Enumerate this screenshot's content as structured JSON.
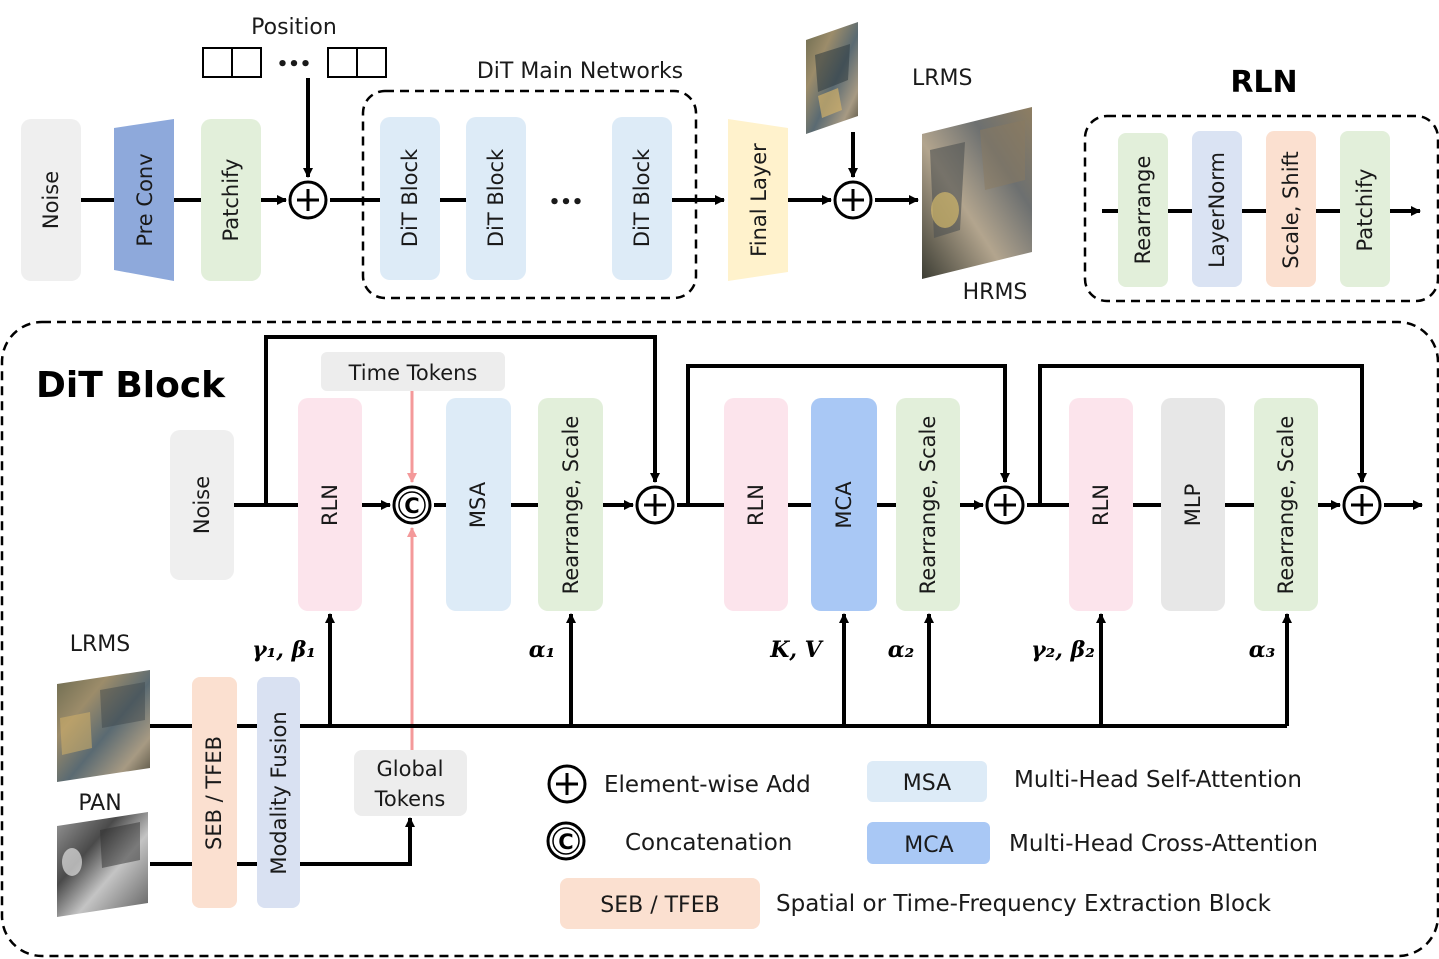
{
  "top": {
    "noise": "Noise",
    "pre_conv": "Pre Conv",
    "patchify": "Patchify",
    "position": "Position",
    "ellipsis": "•••",
    "main_networks": "DiT Main Networks",
    "dit_block": "DiT Block",
    "final_layer": "Final Layer",
    "lrms": "LRMS",
    "hrms": "HRMS"
  },
  "rln_panel": {
    "title": "RLN",
    "steps": [
      "Rearrange",
      "LayerNorm",
      "Scale, Shift",
      "Patchify"
    ]
  },
  "block": {
    "title": "DiT Block",
    "noise": "Noise",
    "time_tokens": "Time Tokens",
    "rln": "RLN",
    "msa": "MSA",
    "mca": "MCA",
    "mlp": "MLP",
    "rearrange_scale": "Rearrange, Scale",
    "lrms": "LRMS",
    "pan": "PAN",
    "seb_tfeb": "SEB / TFEB",
    "modality_fusion": "Modality Fusion",
    "global_tokens_1": "Global",
    "global_tokens_2": "Tokens",
    "gamma1_beta1": "γ₁, β₁",
    "alpha1": "α₁",
    "k_v": "K, V",
    "alpha2": "α₂",
    "gamma2_beta2": "γ₂, β₂",
    "alpha3": "α₃"
  },
  "legend": {
    "add_label": "Element-wise Add",
    "concat_label": "Concatenation",
    "msa_box": "MSA",
    "msa_desc": "Multi-Head Self-Attention",
    "mca_box": "MCA",
    "mca_desc": "Multi-Head Cross-Attention",
    "seb_box": "SEB / TFEB",
    "seb_desc": "Spatial or Time-Frequency Extraction Block"
  },
  "colors": {
    "noise": "#efefef",
    "pre_conv": "#8ea9db",
    "patchify": "#e2efda",
    "dit_block": "#ddebf7",
    "final_layer": "#fff2cc",
    "rln": "#fce4ec",
    "msa": "#ddebf7",
    "mca": "#a9c8f5",
    "mlp": "#e7e7e7",
    "rearrange": "#e2efda",
    "layernorm": "#dae3f3",
    "scale_shift": "#fbe0d0",
    "seb": "#fbe0d0",
    "fusion": "#d9e1f2",
    "global": "#ededed",
    "time_arrow": "#f4999a"
  }
}
